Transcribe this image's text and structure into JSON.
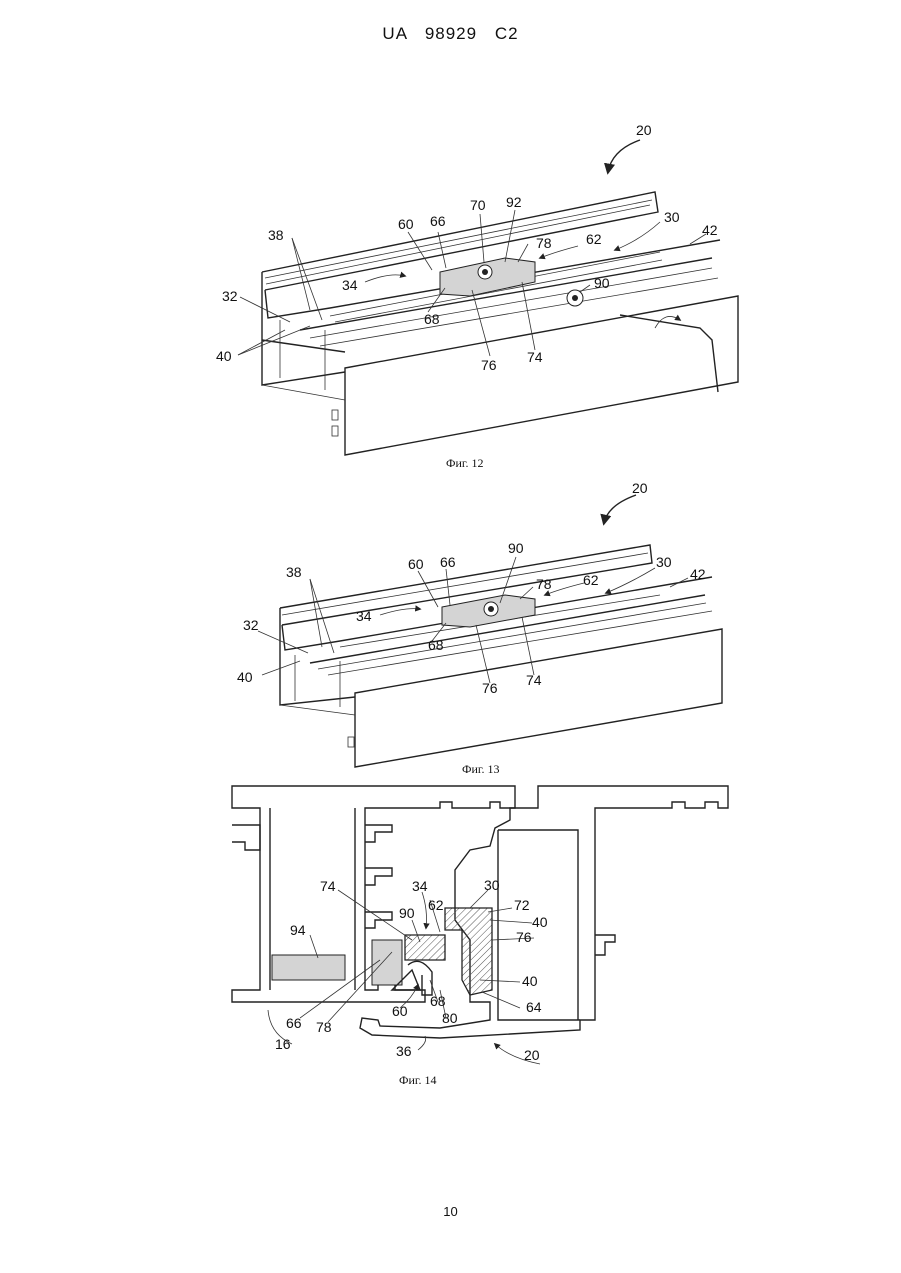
{
  "header": {
    "patent_number": "UA   98929   C2"
  },
  "figures": [
    {
      "caption": "Фиг. 12",
      "labels": {
        "l20": "20",
        "l30": "30",
        "l32": "32",
        "l34": "34",
        "l38": "38",
        "l40": "40",
        "l42": "42",
        "l60": "60",
        "l62": "62",
        "l66": "66",
        "l68": "68",
        "l70": "70",
        "l74": "74",
        "l76": "76",
        "l78": "78",
        "l90": "90",
        "l92": "92"
      }
    },
    {
      "caption": "Фиг. 13",
      "labels": {
        "l20": "20",
        "l30": "30",
        "l32": "32",
        "l34": "34",
        "l38": "38",
        "l40": "40",
        "l42": "42",
        "l60": "60",
        "l62": "62",
        "l66": "66",
        "l68": "68",
        "l74": "74",
        "l76": "76",
        "l78": "78",
        "l90": "90"
      }
    },
    {
      "caption": "Фиг. 14",
      "labels": {
        "l16": "16",
        "l20": "20",
        "l30": "30",
        "l34": "34",
        "l36": "36",
        "l40a": "40",
        "l40b": "40",
        "l60": "60",
        "l62": "62",
        "l64": "64",
        "l66": "66",
        "l68": "68",
        "l72": "72",
        "l74": "74",
        "l76": "76",
        "l78": "78",
        "l80": "80",
        "l90": "90",
        "l94": "94"
      }
    }
  ],
  "page_number": "10"
}
